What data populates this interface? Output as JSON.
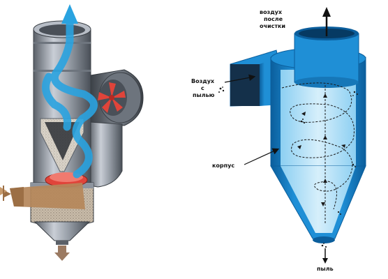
{
  "diagram": {
    "left_figure": {
      "description_visible_text": ""
    },
    "right_figure": {
      "labels": {
        "clean_air_line1": "воздух",
        "clean_air_line2": "после",
        "clean_air_line3": "очистки",
        "dusty_air_line1": "Воздух",
        "dusty_air_line2": "с",
        "dusty_air_line3": "пылью",
        "body": "корпус",
        "dust": "пыль"
      }
    },
    "colors": {
      "cyclone_blue": "#1f8fd6",
      "cyclone_blue_dark": "#0b5e9c",
      "cyclone_inner": "#a9dcf6",
      "cyclone_inner_light": "#d6effb",
      "metal_light": "#c9ced6",
      "metal_mid": "#8d949e",
      "metal_dark": "#50565e",
      "arrow_blue": "#2aa3e0",
      "fan_red": "#e0443a",
      "inlet_brown": "#b5875a",
      "outlet_brown": "#9b7a62"
    }
  }
}
